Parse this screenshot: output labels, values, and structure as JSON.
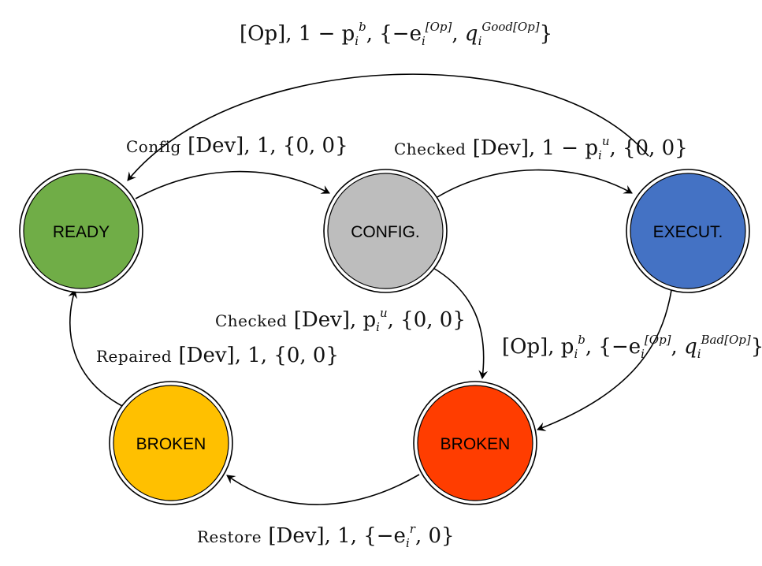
{
  "nodes": {
    "ready": {
      "label": "READY",
      "color": "#70ad47"
    },
    "config": {
      "label": "CONFIG.",
      "color": "#bdbdbd"
    },
    "execut": {
      "label": "EXECUT.",
      "color": "#4472c4"
    },
    "broken_repair": {
      "label": "BROKEN",
      "color": "#ffc000"
    },
    "broken_fail": {
      "label": "BROKEN",
      "color": "#ff3d00"
    }
  },
  "edges": {
    "op_good": {
      "tag": "[Op]",
      "prob": "1 − p",
      "prob_sub": "i",
      "prob_sup": "b",
      "reward_e": "−e",
      "reward_e_sub": "i",
      "reward_e_sup": "[Op]",
      "reward_q": "q",
      "reward_q_sub": "i",
      "reward_q_sup": "Good[Op]"
    },
    "config_dev": {
      "action": "Config",
      "tag": "[Dev]",
      "rest": ", 1, {0, 0}"
    },
    "checked_fail": {
      "action": "Checked",
      "tag": "[Dev]",
      "prob": "1 − p",
      "prob_sub": "i",
      "prob_sup": "u",
      "rest": ", {0, 0}"
    },
    "checked_ok": {
      "action": "Checked",
      "tag": "[Dev]",
      "prob": "p",
      "prob_sub": "i",
      "prob_sup": "u",
      "rest": ", {0, 0}"
    },
    "op_bad": {
      "tag": "[Op]",
      "prob": "p",
      "prob_sub": "i",
      "prob_sup": "b",
      "reward_e": "−e",
      "reward_e_sub": "i",
      "reward_e_sup": "[Op]",
      "reward_q": "q",
      "reward_q_sub": "i",
      "reward_q_sup": "Bad[Op]"
    },
    "repaired": {
      "action": "Repaired",
      "tag": "[Dev]",
      "rest": ", 1, {0, 0}"
    },
    "restore": {
      "action": "Restore",
      "tag": "[Dev]",
      "mid": ", 1, {−e",
      "sub": "i",
      "sup": "r",
      "rest": ", 0}"
    }
  }
}
